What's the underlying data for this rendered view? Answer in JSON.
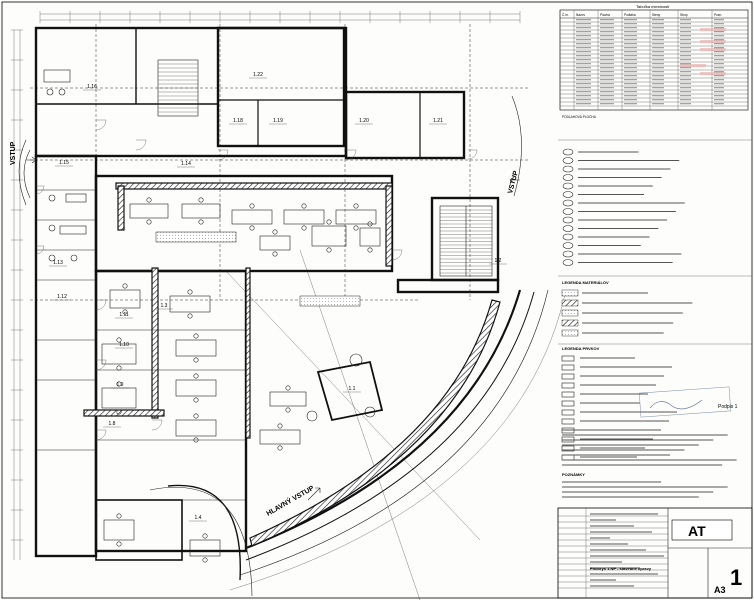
{
  "title": {
    "sheet_title": "Pôdorys 1.NP - stavebné úpravy",
    "sheet_format": "A3",
    "sheet_number": "1",
    "logo_text": "AT"
  },
  "entrances": {
    "main": "HLAVNÝ VSTUP",
    "left": "VSTUP",
    "right": "VSTUP"
  },
  "rooms": [
    {
      "id": "1.16"
    },
    {
      "id": "1.22"
    },
    {
      "id": "1.18"
    },
    {
      "id": "1.19"
    },
    {
      "id": "1.20"
    },
    {
      "id": "1.21"
    },
    {
      "id": "1.15"
    },
    {
      "id": "1.14"
    },
    {
      "id": "1.13"
    },
    {
      "id": "1.12"
    },
    {
      "id": "1.2"
    },
    {
      "id": "1.3"
    },
    {
      "id": "1.1"
    },
    {
      "id": "1.4"
    },
    {
      "id": "1.8"
    },
    {
      "id": "1.9"
    },
    {
      "id": "1.10"
    },
    {
      "id": "1.11"
    }
  ],
  "legend_headings": [
    "LEGENDA MATERIÁLOV",
    "LEGENDA PRVKOV",
    "POZNÁMKY"
  ],
  "room_table": {
    "title": "Tabuľka miestností",
    "headers": [
      "Č.m.",
      "Názov",
      "Plocha",
      "Podlaha",
      "Steny",
      "Strop",
      "Pozn."
    ],
    "footer": "PODLAHOVÁ PLOCHA"
  },
  "stamp_text": "Podpis 1"
}
